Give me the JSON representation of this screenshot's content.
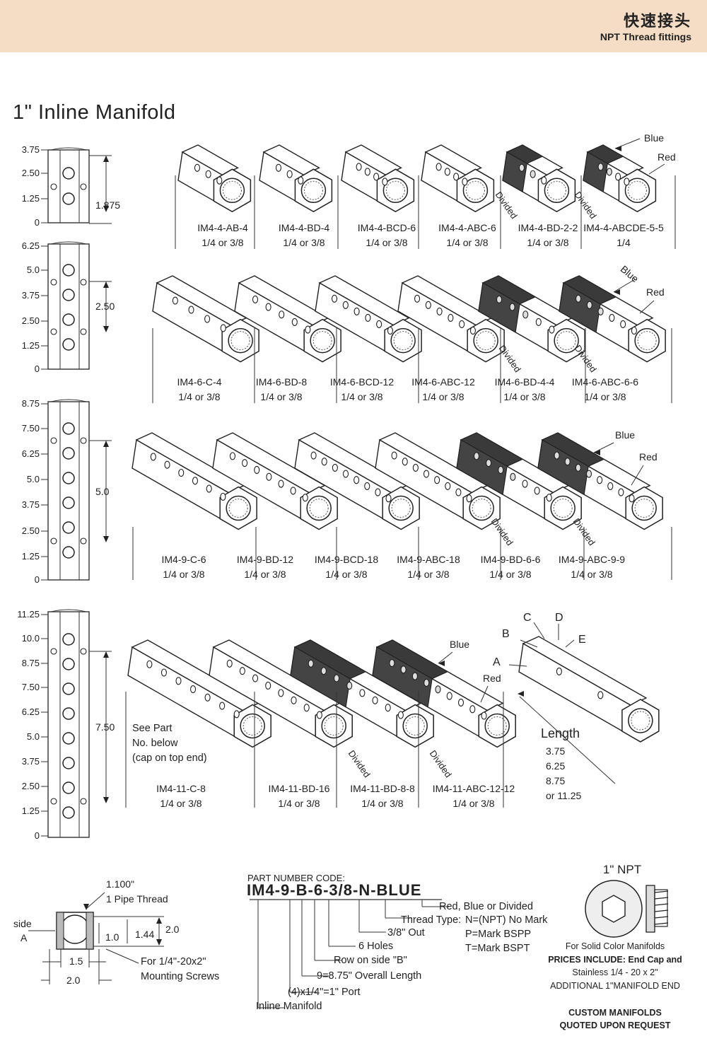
{
  "header": {
    "title_cn": "快速接头",
    "title_en": "NPT Thread fittings"
  },
  "page_title": "1\" Inline Manifold",
  "rows": [
    {
      "ticks": [
        "3.75",
        "2.50",
        "1.25",
        "0"
      ],
      "spacing": "1.875",
      "items": [
        {
          "code": "IM4-4-AB-4",
          "size": "1/4 or 3/8"
        },
        {
          "code": "IM4-4-BD-4",
          "size": "1/4 or 3/8"
        },
        {
          "code": "IM4-4-BCD-6",
          "size": "1/4 or 3/8"
        },
        {
          "code": "IM4-4-ABC-6",
          "size": "1/4 or 3/8"
        },
        {
          "code": "IM4-4-BD-2-2",
          "size": "1/4 or 3/8"
        },
        {
          "code": "IM4-4-ABCDE-5-5",
          "size": "1/4"
        }
      ]
    },
    {
      "ticks": [
        "6.25",
        "5.0",
        "3.75",
        "2.50",
        "1.25",
        "0"
      ],
      "spacing": "2.50",
      "items": [
        {
          "code": "IM4-6-C-4",
          "size": "1/4 or 3/8"
        },
        {
          "code": "IM4-6-BD-8",
          "size": "1/4 or 3/8"
        },
        {
          "code": "IM4-6-BCD-12",
          "size": "1/4 or 3/8"
        },
        {
          "code": "IM4-6-ABC-12",
          "size": "1/4 or 3/8"
        },
        {
          "code": "IM4-6-BD-4-4",
          "size": "1/4 or 3/8"
        },
        {
          "code": "IM4-6-ABC-6-6",
          "size": "1/4 or 3/8"
        }
      ]
    },
    {
      "ticks": [
        "8.75",
        "7.50",
        "6.25",
        "5.0",
        "3.75",
        "2.50",
        "1.25",
        "0"
      ],
      "spacing": "5.0",
      "items": [
        {
          "code": "IM4-9-C-6",
          "size": "1/4 or 3/8"
        },
        {
          "code": "IM4-9-BD-12",
          "size": "1/4 or 3/8"
        },
        {
          "code": "IM4-9-BCD-18",
          "size": "1/4 or 3/8"
        },
        {
          "code": "IM4-9-ABC-18",
          "size": "1/4 or 3/8"
        },
        {
          "code": "IM4-9-BD-6-6",
          "size": "1/4 or 3/8"
        },
        {
          "code": "IM4-9-ABC-9-9",
          "size": "1/4 or 3/8"
        }
      ]
    },
    {
      "ticks": [
        "11.25",
        "10.0",
        "8.75",
        "7.50",
        "6.25",
        "5.0",
        "3.75",
        "2.50",
        "1.25",
        "0"
      ],
      "spacing": "7.50",
      "items": [
        {
          "code": "IM4-11-C-8",
          "size": "1/4 or 3/8"
        },
        {
          "code": "IM4-11-BD-16",
          "size": "1/4 or 3/8"
        },
        {
          "code": "IM4-11-BD-8-8",
          "size": "1/4 or 3/8"
        },
        {
          "code": "IM4-11-ABC-12-12",
          "size": "1/4 or 3/8"
        }
      ]
    }
  ],
  "callouts": {
    "blue": "Blue",
    "red": "Red",
    "divided": "Divided"
  },
  "see_part": [
    "See Part",
    "No. below",
    "(cap on top end)"
  ],
  "sides": [
    "A",
    "B",
    "C",
    "D",
    "E"
  ],
  "length": {
    "label": "Length",
    "values": [
      "3.75",
      "6.25",
      "8.75",
      "or 11.25"
    ]
  },
  "end_view": {
    "dim_1100": "1.100\"",
    "pipe_thread": "1 Pipe Thread",
    "side": "side",
    "side_letter": "A",
    "d10": "1.0",
    "d144": "1.44",
    "d20v": "2.0",
    "d15": "1.5",
    "d20h": "2.0",
    "screws": [
      "For 1/4\"-20x2\"",
      "Mounting Screws"
    ]
  },
  "part_code": {
    "heading": "PART NUMBER CODE:",
    "parts": [
      "IM4",
      "-",
      "9",
      "-",
      "B",
      "-",
      "6",
      "-",
      "3/8",
      "-",
      "N",
      "-",
      "BLUE"
    ],
    "notes": [
      "Red, Blue or Divided",
      "Thread Type:",
      "N=(NPT) No Mark",
      "P=Mark BSPP",
      "T=Mark BSPT",
      "3/8\" Out",
      "6 Holes",
      "Row on side \"B\"",
      "9=8.75\" Overall Length",
      "(4)x1/4\"=1\" Port",
      "Inline Manifold"
    ]
  },
  "npt": {
    "title": "1\" NPT",
    "lines": [
      "For Solid Color Manifolds",
      "PRICES INCLUDE: End Cap and",
      "Stainless 1/4 - 20 x 2\"",
      "ADDITIONAL 1\"MANIFOLD END"
    ],
    "custom": [
      "CUSTOM MANIFOLDS",
      "QUOTED UPON REQUEST"
    ]
  }
}
